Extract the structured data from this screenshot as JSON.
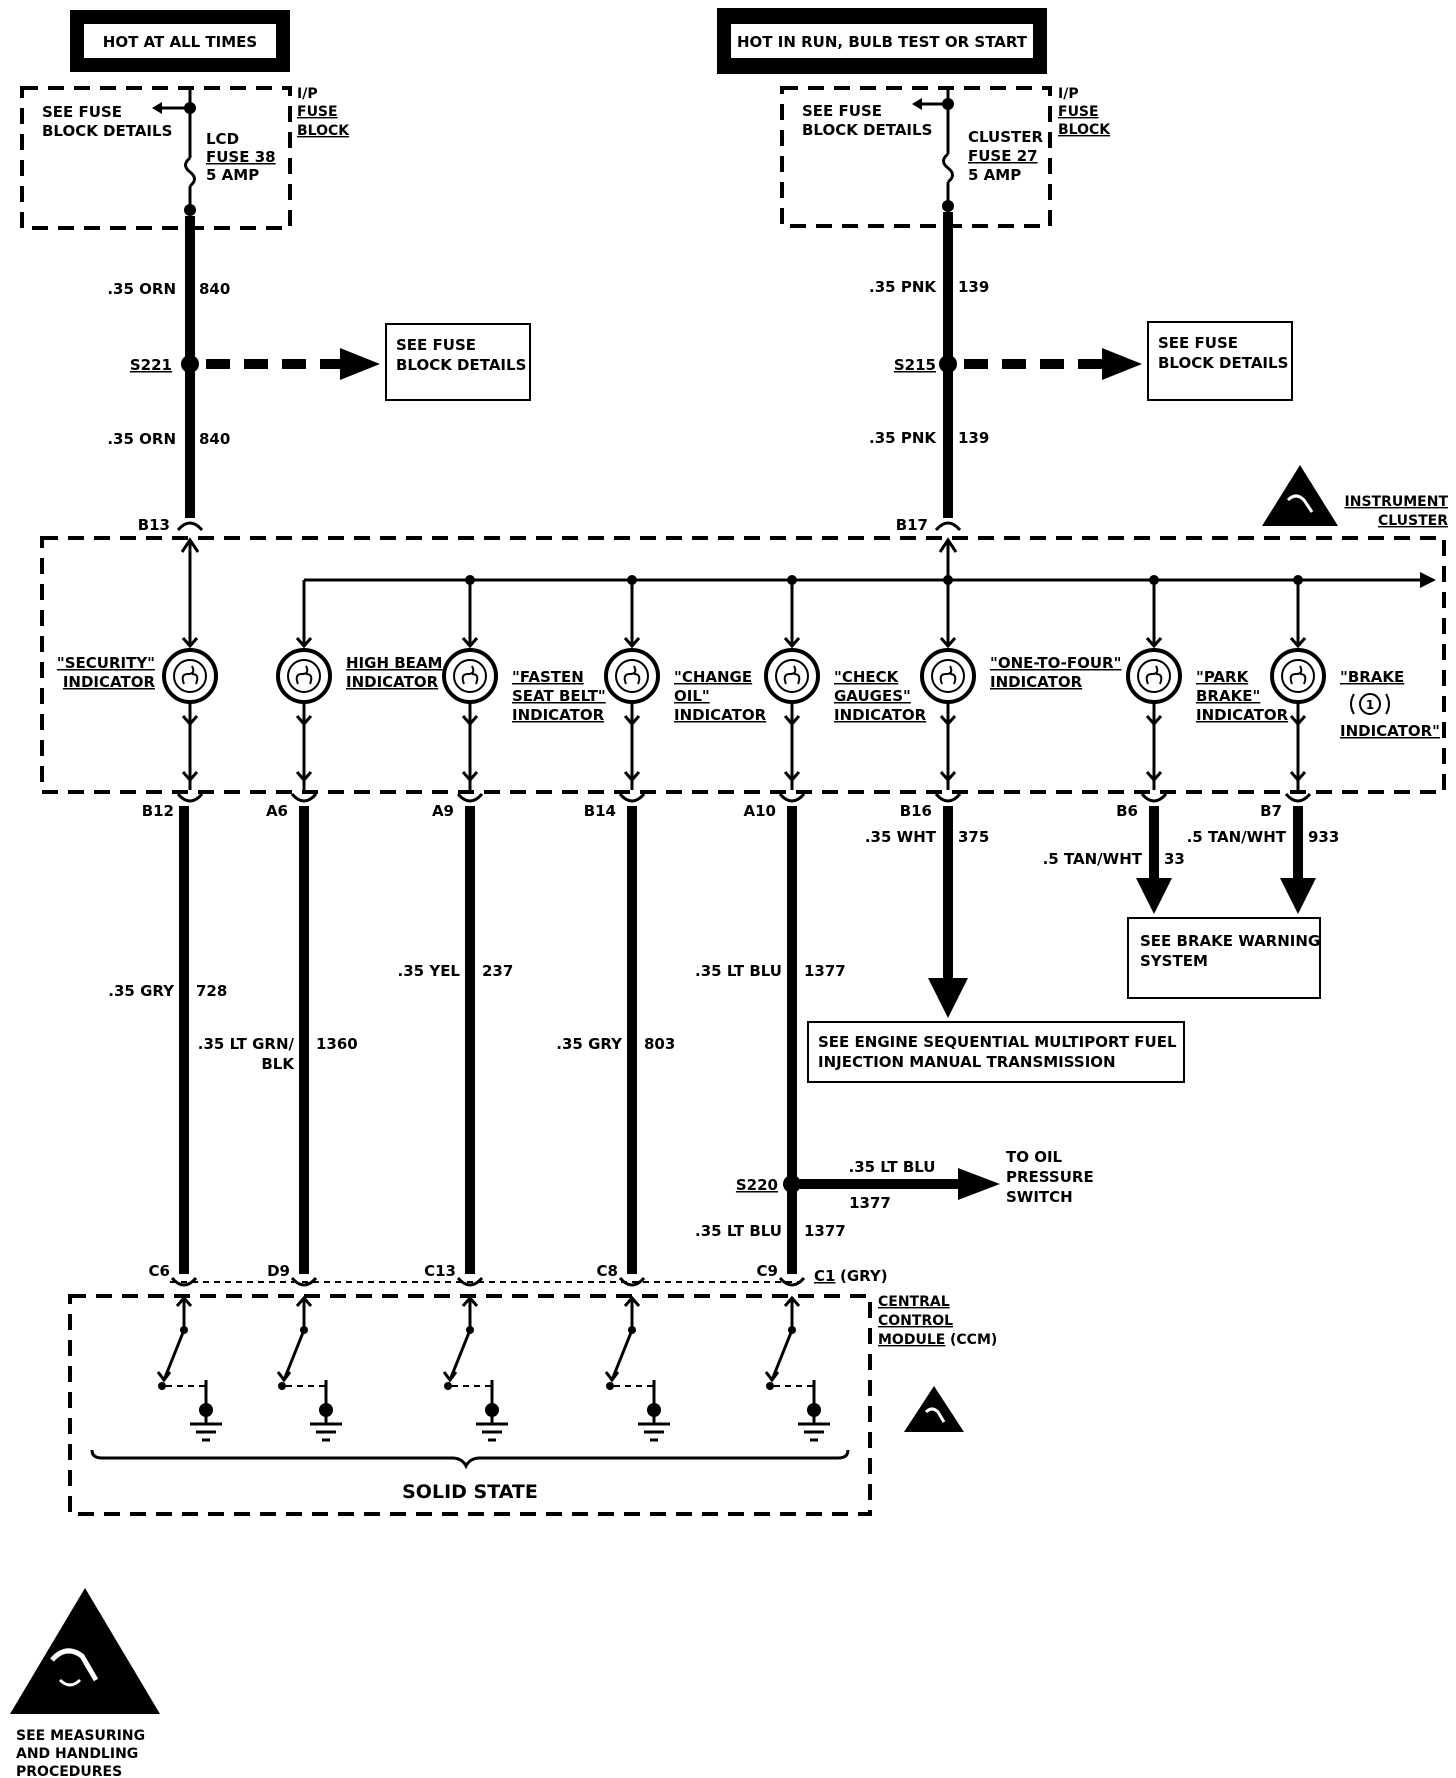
{
  "power": {
    "left_label": "HOT AT ALL TIMES",
    "right_label": "HOT IN RUN, BULB TEST OR START"
  },
  "fuse_block_left": {
    "see_details_1": "SEE FUSE",
    "see_details_2": "BLOCK DETAILS",
    "block_label_1": "I/P",
    "block_label_2": "FUSE",
    "block_label_3": "BLOCK",
    "fuse_name": "LCD",
    "fuse_number": "FUSE 38",
    "fuse_rating": "5 AMP"
  },
  "fuse_block_right": {
    "see_details_1": "SEE FUSE",
    "see_details_2": "BLOCK DETAILS",
    "block_label_1": "I/P",
    "block_label_2": "FUSE",
    "block_label_3": "BLOCK",
    "fuse_name": "CLUSTER",
    "fuse_number": "FUSE 27",
    "fuse_rating": "5 AMP"
  },
  "wires_top": {
    "left_color_1": ".35 ORN",
    "left_circuit_1": "840",
    "left_color_2": ".35 ORN",
    "left_circuit_2": "840",
    "right_color_1": ".35 PNK",
    "right_circuit_1": "139",
    "right_color_2": ".35 PNK",
    "right_circuit_2": "139"
  },
  "splices": {
    "left": "S221",
    "right": "S215",
    "oil": "S220"
  },
  "see_boxes": {
    "left_1": "SEE FUSE",
    "left_2": "BLOCK DETAILS",
    "right_1": "SEE FUSE",
    "right_2": "BLOCK DETAILS",
    "brake_1": "SEE BRAKE WARNING",
    "brake_2": "SYSTEM",
    "engine_1": "SEE ENGINE SEQUENTIAL MULTIPORT FUEL",
    "engine_2": "INJECTION MANUAL TRANSMISSION"
  },
  "cluster": {
    "label_1": "INSTRUMENT",
    "label_2": "CLUSTER",
    "input_left": "B13",
    "input_right": "B17"
  },
  "indicators": [
    {
      "l1": "\"SECURITY\"",
      "l2": "INDICATOR",
      "l3": "",
      "pin": "B12"
    },
    {
      "l1": "HIGH BEAM",
      "l2": "INDICATOR",
      "l3": "",
      "pin": "A6"
    },
    {
      "l1": "\"FASTEN",
      "l2": "SEAT BELT\"",
      "l3": "INDICATOR",
      "pin": "A9"
    },
    {
      "l1": "\"CHANGE",
      "l2": "OIL\"",
      "l3": "INDICATOR",
      "pin": "B14"
    },
    {
      "l1": "\"CHECK",
      "l2": "GAUGES\"",
      "l3": "INDICATOR",
      "pin": "A10"
    },
    {
      "l1": "\"ONE-TO-FOUR\"",
      "l2": "INDICATOR",
      "l3": "",
      "pin": "B16"
    },
    {
      "l1": "\"PARK",
      "l2": "BRAKE\"",
      "l3": "INDICATOR",
      "pin": "B6"
    },
    {
      "l1": "\"BRAKE",
      "l2": "1",
      "l3": "INDICATOR\"",
      "pin": "B7"
    }
  ],
  "wires_bottom": {
    "w1_color": ".35 GRY",
    "w1_circuit": "728",
    "w2_color_1": ".35 LT GRN/",
    "w2_color_2": "BLK",
    "w2_circuit": "1360",
    "w3_color": ".35 YEL",
    "w3_circuit": "237",
    "w4_color": ".35 GRY",
    "w4_circuit": "803",
    "w5_color": ".35 LT BLU",
    "w5_circuit": "1377",
    "w5b_color": ".35 LT BLU",
    "w5b_circuit": "1377",
    "w6_color": ".35 WHT",
    "w6_circuit": "375",
    "w7_color": ".5 TAN/WHT",
    "w7_circuit": "33",
    "w8_color": ".5 TAN/WHT",
    "w8_circuit": "933",
    "oil_color": ".35 LT BLU",
    "oil_circuit": "1377",
    "oil_dest_1": "TO OIL",
    "oil_dest_2": "PRESSURE",
    "oil_dest_3": "SWITCH"
  },
  "ccm": {
    "pins": [
      "C6",
      "D9",
      "C13",
      "C8",
      "C9"
    ],
    "connector": "C1",
    "connector_color": "(GRY)",
    "label_1": "CENTRAL",
    "label_2": "CONTROL",
    "label_3": "MODULE",
    "label_3b": "(CCM)",
    "solid_state": "SOLID STATE"
  },
  "esd": {
    "note_1": "SEE MEASURING",
    "note_2": "AND HANDLING",
    "note_3": "PROCEDURES"
  }
}
